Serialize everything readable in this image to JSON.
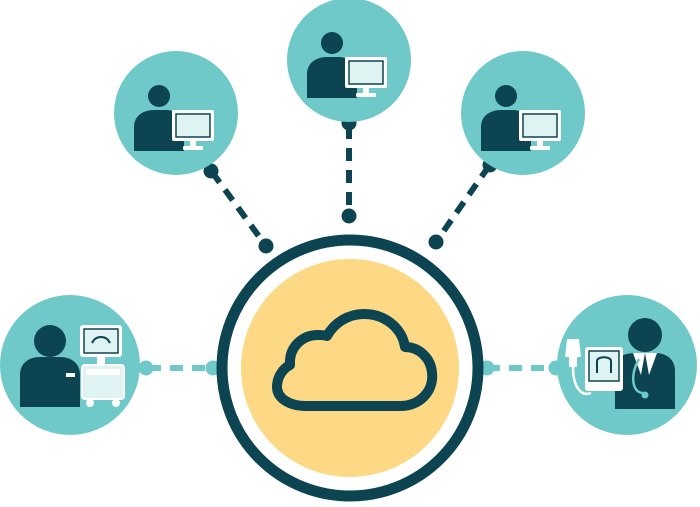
{
  "colors": {
    "navy": "#0d4451",
    "teal": "#6fc9c8",
    "cloud_fill": "#fdd985",
    "white": "#ffffff",
    "screen_fill": "#dff3f2"
  },
  "hub": {
    "icon": "cloud-icon"
  },
  "nodes": [
    {
      "id": "user-top-left",
      "icon": "person-at-monitor-icon"
    },
    {
      "id": "user-top-center",
      "icon": "person-at-monitor-icon"
    },
    {
      "id": "user-top-right",
      "icon": "person-at-monitor-icon"
    },
    {
      "id": "technician-left",
      "icon": "person-with-ultrasound-machine-icon"
    },
    {
      "id": "doctor-right",
      "icon": "doctor-with-ultrasound-probe-icon"
    }
  ]
}
